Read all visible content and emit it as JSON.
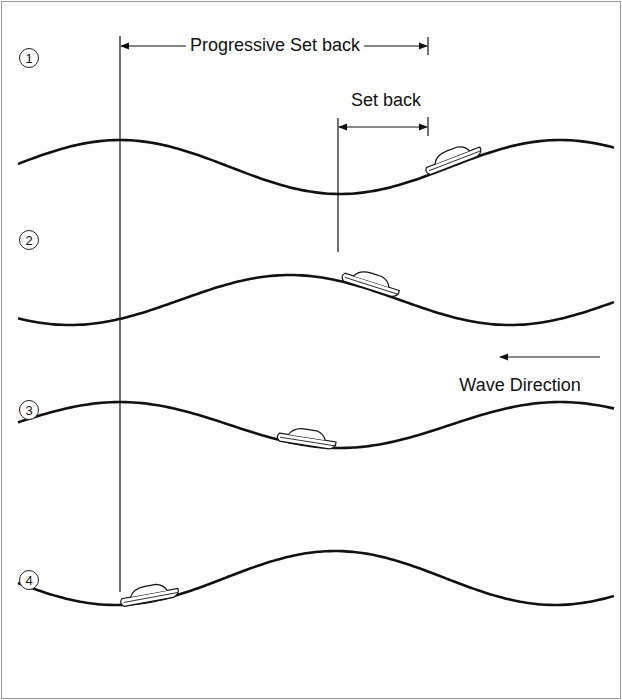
{
  "diagram": {
    "nodes": [
      {
        "text": [
          "1"
        ]
      },
      {
        "text": [
          "2"
        ]
      },
      {
        "text": [
          "3"
        ]
      },
      {
        "text": [
          "4"
        ]
      }
    ],
    "labels": [
      "Progressive Set back",
      "Set back",
      "Wave Direction"
    ]
  }
}
